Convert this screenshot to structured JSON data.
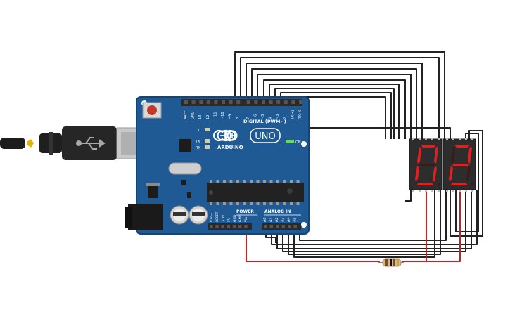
{
  "board": {
    "brand": "ARDUINO",
    "model": "UNO",
    "on_label": "ON",
    "digital_label": "DIGITAL (PWM~)",
    "power_label": "POWER",
    "analog_label": "ANALOG IN",
    "led_labels": [
      "L",
      "TX",
      "RX"
    ],
    "digital_pins": [
      "AREF",
      "GND",
      "13",
      "12",
      "~11",
      "~10",
      "~9",
      "8",
      "7",
      "~6",
      "~5",
      "4",
      "~3",
      "2",
      "TX→1",
      "RX←0"
    ],
    "power_pins": [
      "IOREF",
      "RESET",
      "3.3V",
      "5V",
      "GND",
      "GND",
      "Vin"
    ],
    "analog_pins": [
      "A0",
      "A1",
      "A2",
      "A3",
      "A4",
      "A5"
    ]
  },
  "colors": {
    "board": "#1f5a94",
    "board_edge": "#164571",
    "header": "#2a2a2a",
    "wire_black": "#222222",
    "wire_red": "#cc1f1f",
    "segment_on": "#e02020",
    "segment_off": "#3a1a1a",
    "display_body": "#2d2d2d",
    "usb_metal": "#c9c9c9"
  }
}
